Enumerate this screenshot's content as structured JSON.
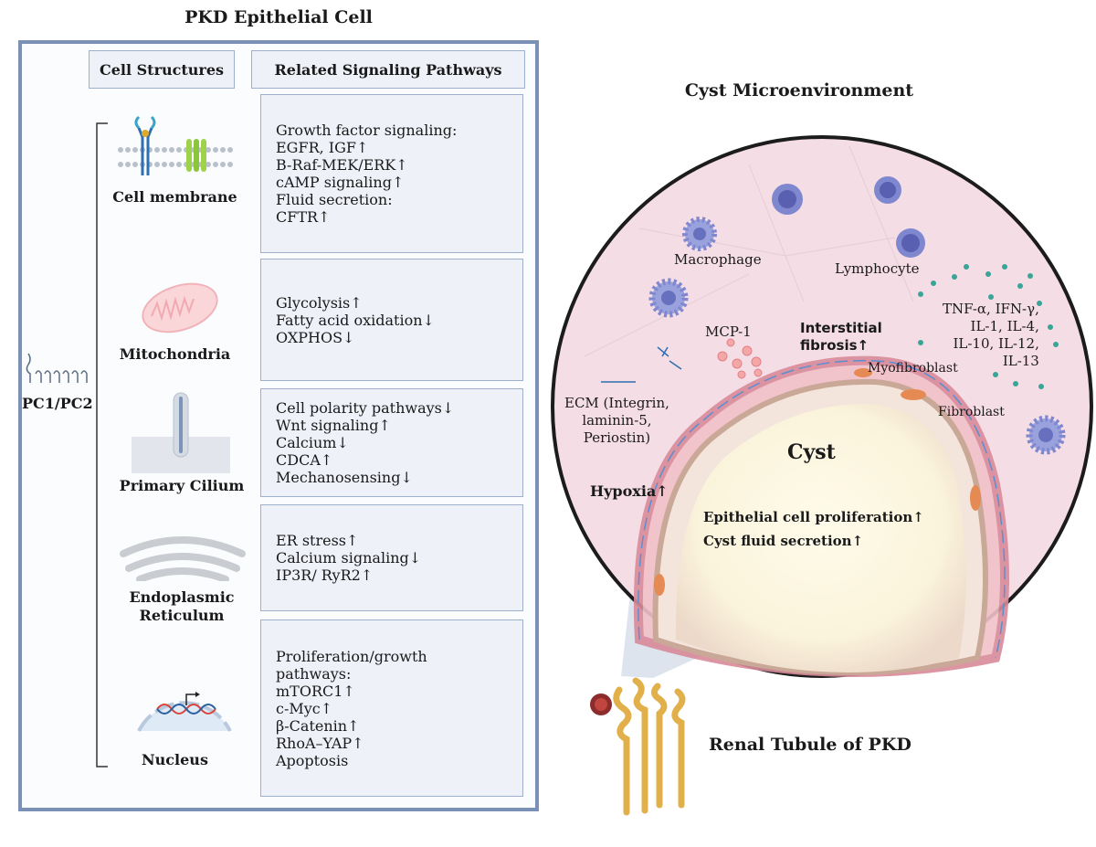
{
  "left_panel": {
    "title": "PKD Epithelial Cell",
    "headers": {
      "structures": "Cell Structures",
      "pathways": "Related Signaling Pathways"
    },
    "pc_label": "PC1/PC2",
    "structures": [
      {
        "label": "Cell membrane",
        "pathways": [
          "Growth factor signaling:",
          "EGFR, IGF↑",
          "B-Raf-MEK/ERK↑",
          "cAMP signaling↑",
          "Fluid secretion:",
          "CFTR↑"
        ]
      },
      {
        "label": "Mitochondria",
        "pathways": [
          "Glycolysis↑",
          "Fatty acid oxidation↓",
          "OXPHOS↓"
        ]
      },
      {
        "label": "Primary Cilium",
        "pathways": [
          "Cell polarity pathways↓",
          "Wnt signaling↑",
          "Calcium↓",
          "CDCA↑",
          "Mechanosensing↓"
        ]
      },
      {
        "label": "Endoplasmic Reticulum",
        "label_lines": [
          "Endoplasmic",
          "Reticulum"
        ],
        "pathways": [
          "ER stress↑",
          "Calcium signaling↓",
          "IP3R/ RyR2↑"
        ]
      },
      {
        "label": "Nucleus",
        "pathways": [
          "Proliferation/growth",
          "pathways:",
          "mTORC1↑",
          "c-Myc↑",
          "β-Catenin↑",
          "RhoA–YAP↑",
          "Apoptosis"
        ]
      }
    ]
  },
  "right_panel": {
    "title": "Cyst Microenvironment",
    "labels": {
      "macrophage": "Macrophage",
      "lymphocyte": "Lymphocyte",
      "cytokines": [
        "TNF-α, IFN-γ,",
        "IL-1, IL-4,",
        "IL-10, IL-12,",
        "IL-13"
      ],
      "mcp1": "MCP-1",
      "fibrosis": [
        "Interstitial",
        "fibrosis↑"
      ],
      "myofibroblast": "Myofibroblast",
      "fibroblast": "Fibroblast",
      "ecm": [
        "ECM (Integrin,",
        "laminin-5,",
        "Periostin)"
      ],
      "cyst": "Cyst",
      "hypoxia": "Hypoxia↑",
      "proliferation": "Epithelial cell proliferation↑",
      "secretion": "Cyst fluid secretion↑",
      "tubule": "Renal Tubule of PKD"
    }
  },
  "colors": {
    "panel_border": "#7b90b5",
    "box_fill": "#eef1f8",
    "cyst_bg": "#f5dde6",
    "cyst_lumen": "#fbf4dc",
    "immune_cell": "#7f88cf",
    "cytokine": "#3aa597",
    "tubule": "#e2b04a"
  }
}
